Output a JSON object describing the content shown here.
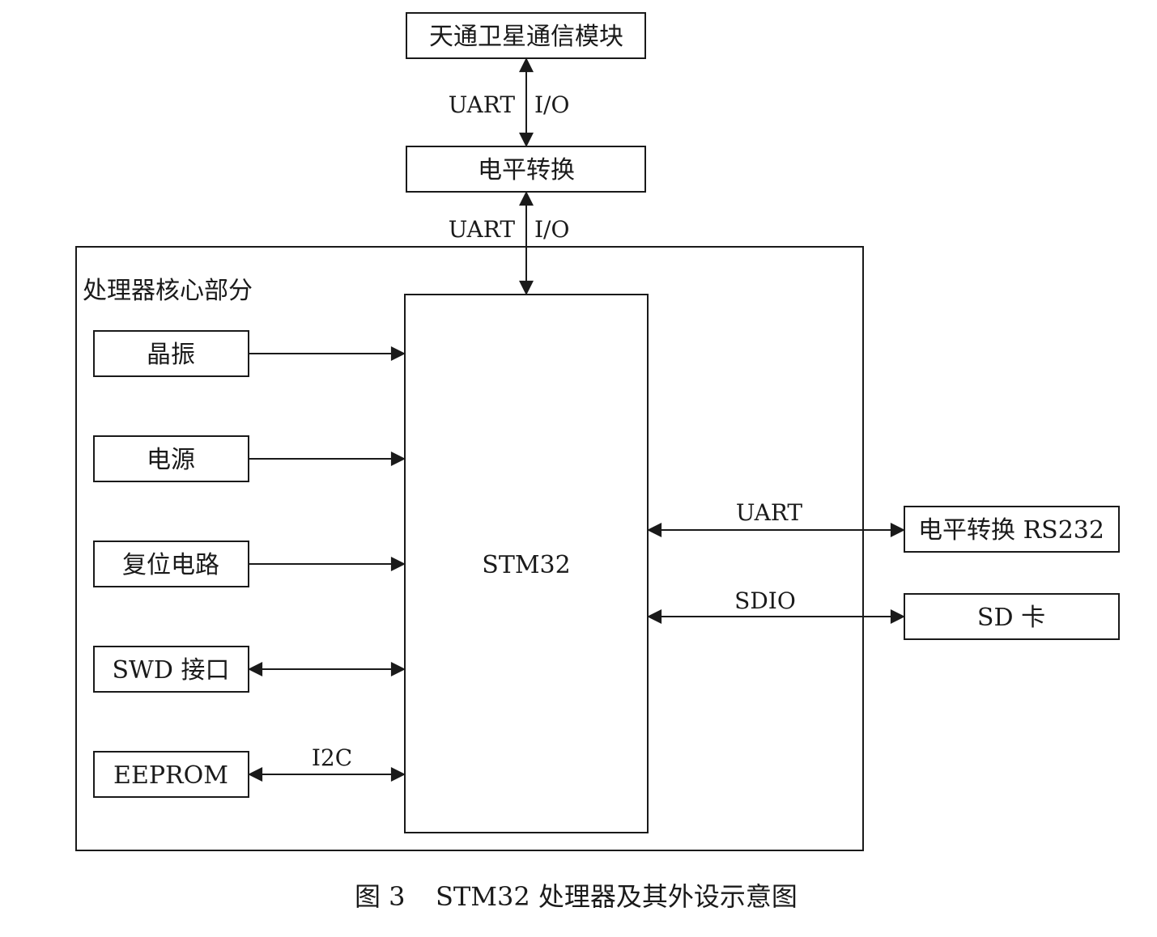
{
  "diagram": {
    "top_module": "天通卫星通信模块",
    "level_shift_top": "电平转换",
    "link_top_upper": {
      "left": "UART",
      "right": "I/O"
    },
    "link_top_lower": {
      "left": "UART",
      "right": "I/O"
    },
    "core_group_label": "处理器核心部分",
    "mcu": "STM32",
    "left_blocks": {
      "crystal": "晶振",
      "power": "电源",
      "reset": "复位电路",
      "swd": "SWD 接口",
      "eeprom": "EEPROM"
    },
    "eeprom_link": "I2C",
    "right_blocks": {
      "rs232": "电平转换 RS232",
      "sd": "SD 卡"
    },
    "rs232_link": "UART",
    "sd_link": "SDIO"
  },
  "caption": {
    "number": "图 3",
    "text": "STM32 处理器及其外设示意图"
  },
  "colors": {
    "ink": "#1a1a1a",
    "background": "#ffffff"
  }
}
